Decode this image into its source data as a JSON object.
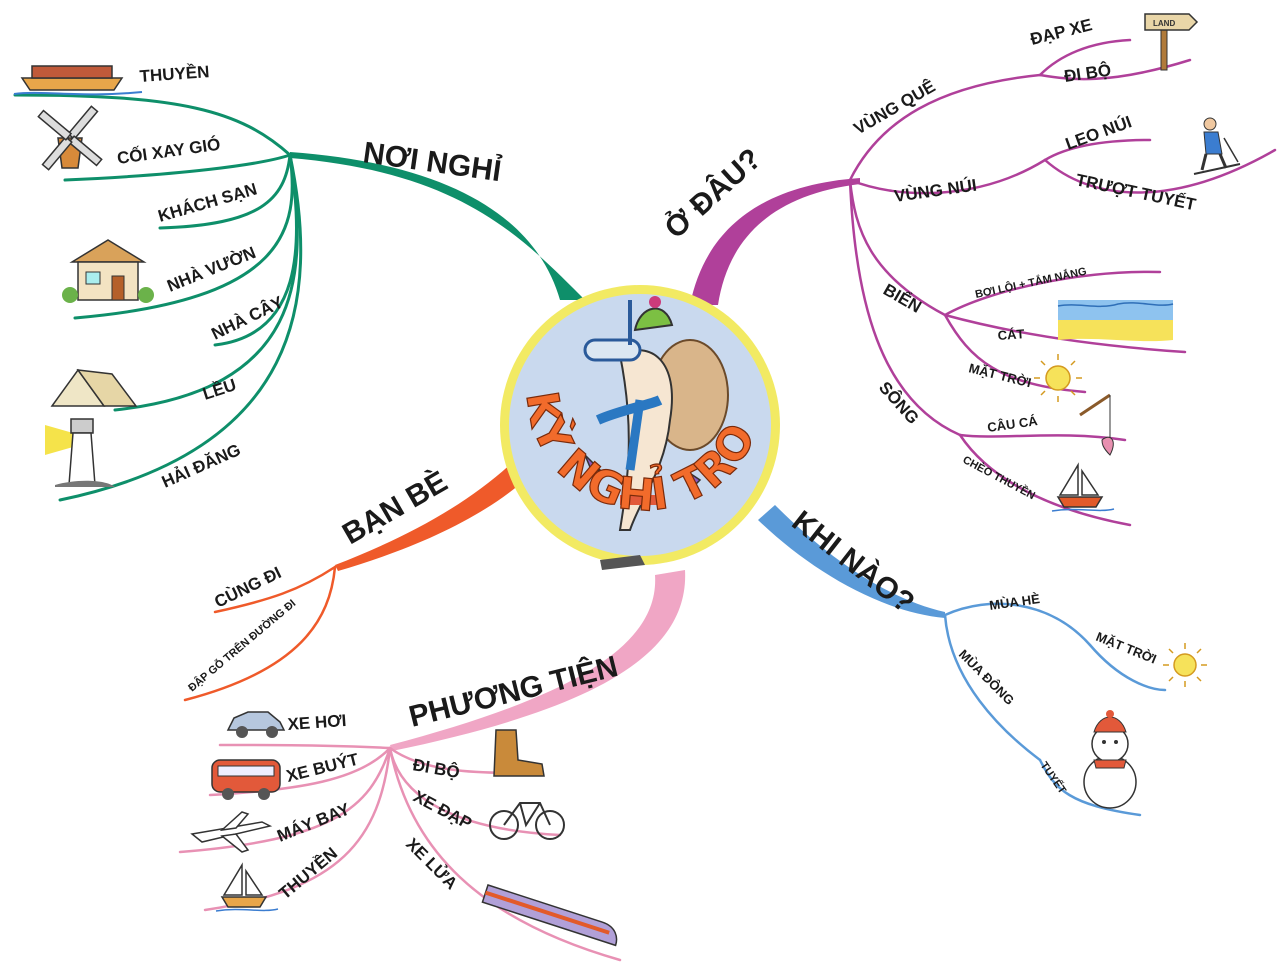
{
  "title": "KỲ NGHỈ TRONG MƠ",
  "colors": {
    "noi_nghi": "#0e8f6a",
    "o_dau": "#b0409a",
    "ban_be": "#ef5a2a",
    "phuong_tien": "#e891b4",
    "khi_nao": "#5a9ad8",
    "center_fill": "#c9d9ee",
    "center_ring": "#f2ea63",
    "title": "#f26b2b"
  },
  "branches": {
    "noi_nghi": {
      "label": "NƠI NGHỈ",
      "items": [
        "THUYỀN",
        "CỐI XAY GIÓ",
        "KHÁCH SẠN",
        "NHÀ VƯỜN",
        "NHÀ CÂY",
        "LỀU",
        "HẢI ĐĂNG"
      ]
    },
    "o_dau": {
      "label": "Ở ĐÂU?",
      "vung_que": {
        "label": "VÙNG QUÊ",
        "items": [
          "ĐẠP XE",
          "ĐI BỘ"
        ]
      },
      "vung_nui": {
        "label": "VÙNG NÚI",
        "items": [
          "LEO NÚI",
          "TRƯỢT TUYẾT"
        ]
      },
      "bien": {
        "label": "BIỂN",
        "items": [
          "BƠI LỘI + TẮM NẮNG",
          "CÁT",
          "MẶT TRỜI"
        ]
      },
      "song": {
        "label": "SÔNG",
        "items": [
          "CÂU CÁ",
          "CHÈO THUYỀN"
        ]
      }
    },
    "ban_be": {
      "label": "BẠN BÈ",
      "items": [
        "CÙNG ĐI",
        "ĐẬP GỖ TRÊN ĐƯỜNG ĐI"
      ]
    },
    "phuong_tien": {
      "label": "PHƯƠNG TIỆN",
      "left_items": [
        "XE HƠI",
        "XE BUÝT",
        "MÁY BAY",
        "THUYỀN"
      ],
      "right_items": [
        "ĐI BỘ",
        "XE ĐẠP",
        "XE LỬA"
      ]
    },
    "khi_nao": {
      "label": "KHI NÀO?",
      "mua_he": {
        "label": "MÙA HÈ",
        "items": [
          "MẶT TRỜI"
        ]
      },
      "mua_dong": {
        "label": "MÙA ĐÔNG",
        "items": [
          "TUYẾT"
        ]
      }
    }
  },
  "icons": [
    "boat-icon",
    "windmill-icon",
    "house-icon",
    "tent-icon",
    "lighthouse-icon",
    "signpost-icon",
    "skier-icon",
    "beach-icon",
    "sun-icon",
    "fishing-icon",
    "sailboat-icon",
    "snowman-icon",
    "car-icon",
    "bus-icon",
    "plane-icon",
    "boot-icon",
    "bicycle-icon",
    "train-icon",
    "traveler-icon"
  ],
  "signpost_text": "LAND"
}
